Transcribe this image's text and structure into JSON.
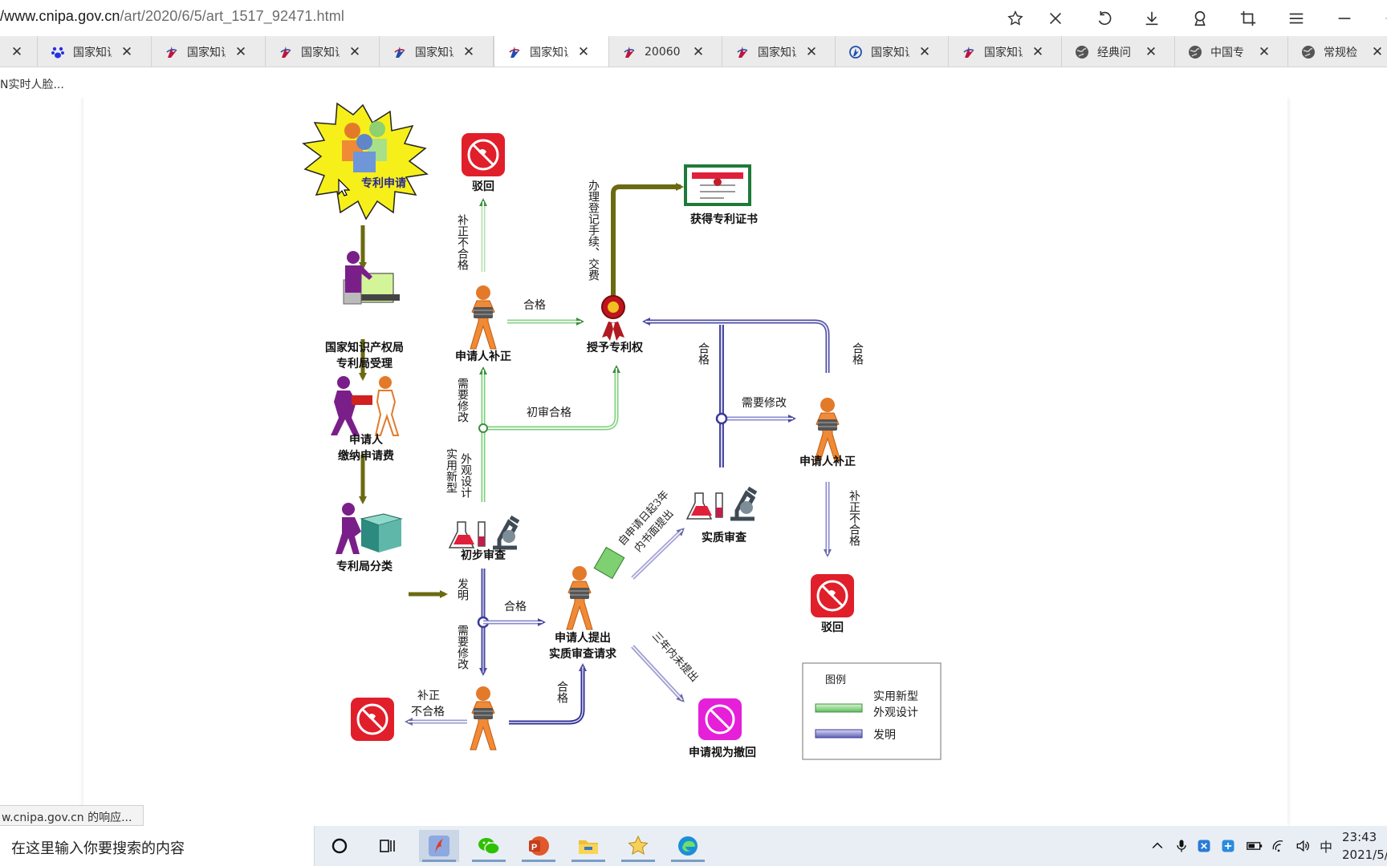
{
  "browser": {
    "url_host": "/www.cnipa.gov.cn",
    "url_path": "/art/2020/6/5/art_1517_92471.html",
    "tabs": [
      {
        "title": "国家知识产权局"
      },
      {
        "title": "国家知识产权局"
      },
      {
        "title": "国家知识产权局"
      },
      {
        "title": "国家知识产权局"
      },
      {
        "title": "国家知识产权局"
      },
      {
        "title": "20060"
      },
      {
        "title": "国家知识产权局"
      },
      {
        "title": "国家知识产权局"
      },
      {
        "title": "国家知识产权局"
      },
      {
        "title": "经典问"
      },
      {
        "title": "中国专"
      },
      {
        "title": "常规检"
      }
    ],
    "close_glyph": "✕",
    "bookmark": "N实时人脸...",
    "status": "w.cnipa.gov.cn 的响应..."
  },
  "diagram": {
    "nodes": {
      "apply": "专利申请",
      "accept_1": "国家知识产权局",
      "accept_2": "专利局受理",
      "fee_1": "申请人",
      "fee_2": "缴纳申请费",
      "classify": "专利局分类",
      "prelim": "初步审查",
      "reject_top": "驳回",
      "cert": "获得专利证书",
      "correct_top": "申请人补正",
      "grant": "授予专利权",
      "correct_right": "申请人补正",
      "reject_right": "驳回",
      "substantive": "实质审查",
      "request_1": "申请人提出",
      "request_2": "实质审查请求",
      "withdraw": "申请视为撤回",
      "legend_title": "图例",
      "legend_green_1": "实用新型",
      "legend_green_2": "外观设计",
      "legend_blue": "发明"
    },
    "edge_labels": {
      "fail_top": "补正不合格",
      "register": "办理登记手续、交费",
      "pass_top": "合格",
      "need_modify_1": "需要修改",
      "prelim_pass": "初审合格",
      "design_1": "外观设计",
      "design_2": "实用新型",
      "pass_right_top": "合格",
      "pass_right": "合格",
      "need_modify_2": "需要修改",
      "fail_right": "补正不合格",
      "within3_1": "自申请日起3年",
      "within3_2": "内书面提出",
      "notwithin3": "三年内未提出",
      "invention": "发明",
      "need_modify_3": "需要修改",
      "pass_bottom": "合格",
      "pass_bottom2": "合格",
      "fail_bottom_1": "补正",
      "fail_bottom_2": "不合格"
    }
  },
  "taskbar": {
    "search_placeholder": "在这里输入你要搜索的内容",
    "ime": "中",
    "time": "23:43",
    "date": "2021/5/"
  }
}
